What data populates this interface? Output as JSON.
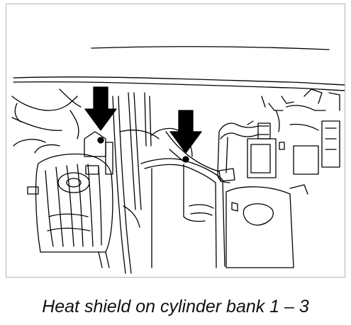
{
  "figure": {
    "caption": "Heat shield on cylinder bank 1 – 3",
    "markers": [
      {
        "name": "arrow-left",
        "points_to": "heat-shield-bolt-left"
      },
      {
        "name": "arrow-right",
        "points_to": "heat-shield-bolt-right"
      }
    ]
  }
}
